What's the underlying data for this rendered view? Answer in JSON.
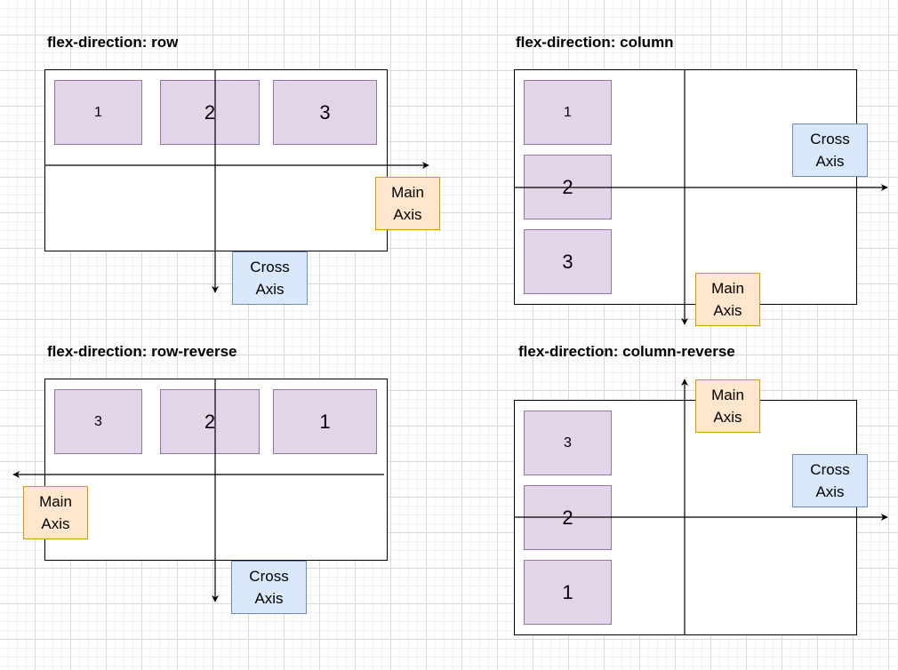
{
  "colors": {
    "item_fill": "#e1d5e7",
    "item_border": "#9673a6",
    "main_axis_fill": "#ffe6cc",
    "main_axis_border": "#d79b00",
    "cross_axis_fill": "#dae8fc",
    "cross_axis_border": "#6c8ebf"
  },
  "panels": [
    {
      "title": "flex-direction: row",
      "items": [
        "1",
        "2",
        "3"
      ],
      "main_axis_label": "Main\nAxis",
      "cross_axis_label": "Cross\nAxis"
    },
    {
      "title": "flex-direction: column",
      "items": [
        "1",
        "2",
        "3"
      ],
      "main_axis_label": "Main\nAxis",
      "cross_axis_label": "Cross\nAxis"
    },
    {
      "title": "flex-direction: row-reverse",
      "items": [
        "3",
        "2",
        "1"
      ],
      "main_axis_label": "Main\nAxis",
      "cross_axis_label": "Cross\nAxis"
    },
    {
      "title": "flex-direction: column-reverse",
      "items": [
        "3",
        "2",
        "1"
      ],
      "main_axis_label": "Main\nAxis",
      "cross_axis_label": "Cross\nAxis"
    }
  ]
}
